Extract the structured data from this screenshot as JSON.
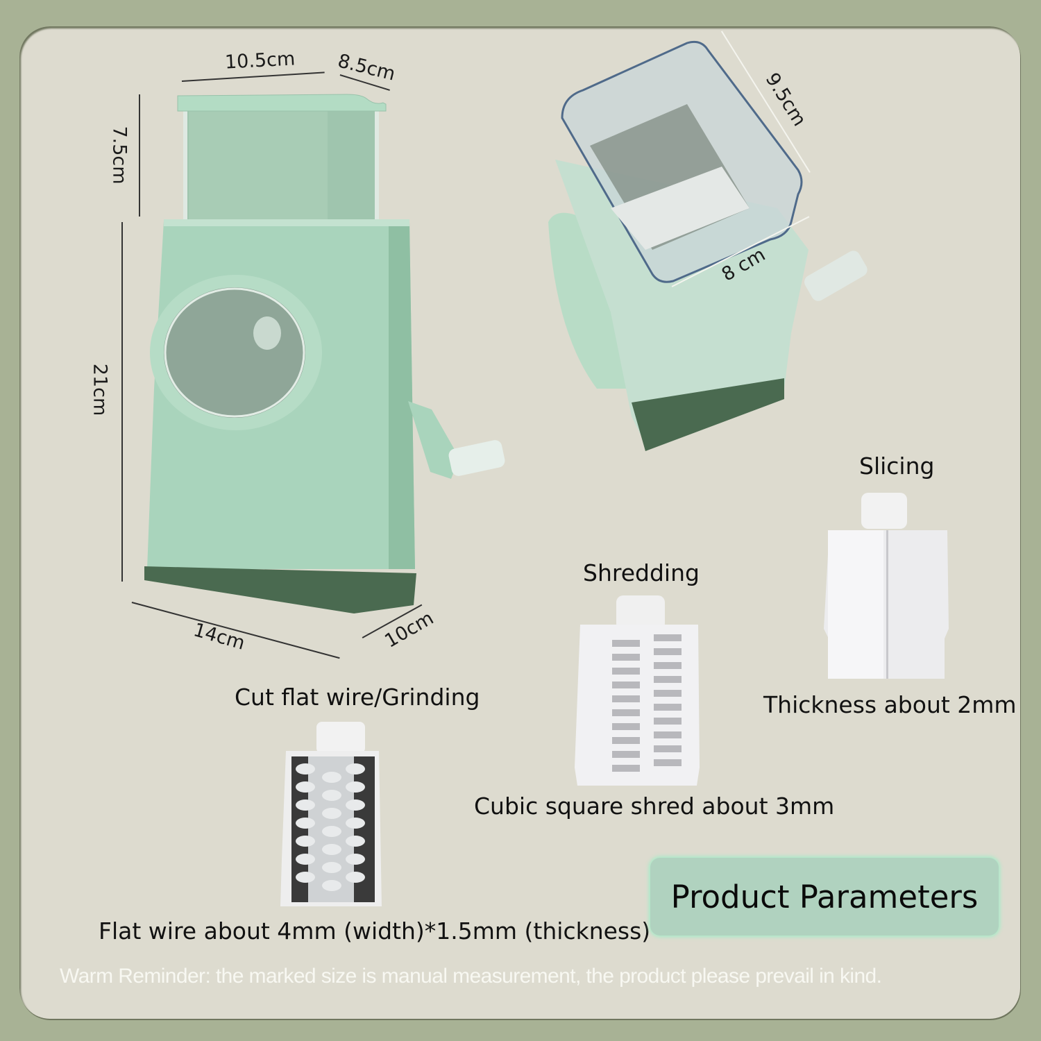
{
  "colors": {
    "outer_background": "#a8b295",
    "card_background": "#dddbcf",
    "product_green": "#a9d4bc",
    "base_dark_green": "#4a6a50",
    "params_box": "#b0d2bf",
    "reminder_text": "#f8f8f2"
  },
  "dimensions": {
    "top_width": "10.5cm",
    "top_depth": "8.5cm",
    "hopper_height": "7.5cm",
    "body_height": "21cm",
    "base_width": "14cm",
    "base_depth": "10cm",
    "hopper_length": "9.5cm",
    "hopper_width": "8 cm"
  },
  "blades": [
    {
      "title": "Slicing",
      "description": "Thickness about 2mm"
    },
    {
      "title": "Shredding",
      "description": "Cubic square shred about 3mm"
    },
    {
      "title": "Cut flat wire/Grinding",
      "description": "Flat wire about 4mm (width)*1.5mm (thickness)"
    }
  ],
  "params_badge": "Product Parameters",
  "reminder": {
    "label": "Warm Reminder:",
    "text": " the marked size is manual measurement, the product please prevail in kind."
  }
}
